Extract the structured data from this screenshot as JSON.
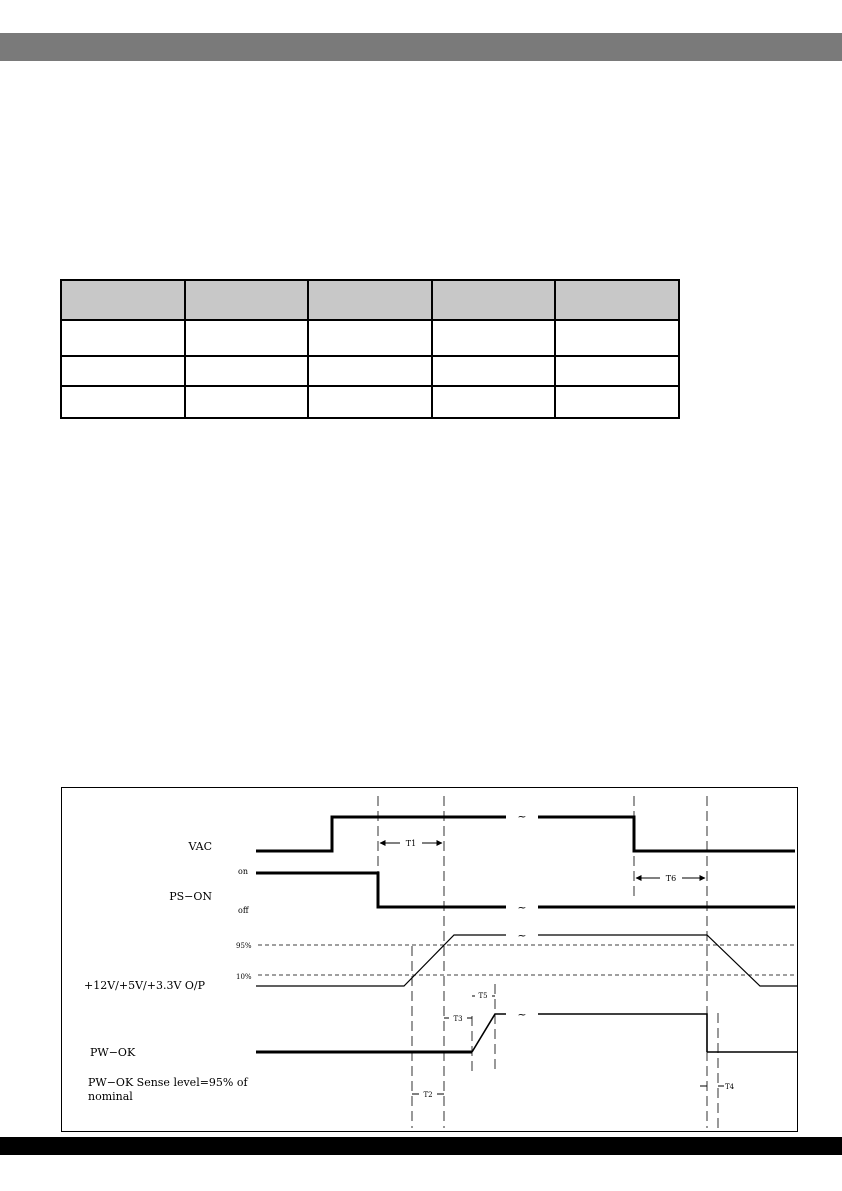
{
  "diagram": {
    "signals": {
      "vac": "VAC",
      "ps_on": "PS−ON",
      "ps_on_on": "on",
      "ps_on_off": "off",
      "outputs": "+12V/+5V/+3.3V O/P",
      "level_95": "95%",
      "level_10": "10%",
      "pw_ok": "PW−OK"
    },
    "note_line1": "PW−OK Sense level=95% of",
    "note_line2": "nominal",
    "timings": {
      "t1": "T1",
      "t2": "T2",
      "t3": "T3",
      "t4": "T4",
      "t5": "T5",
      "t6": "T6"
    },
    "break_mark": "~"
  }
}
